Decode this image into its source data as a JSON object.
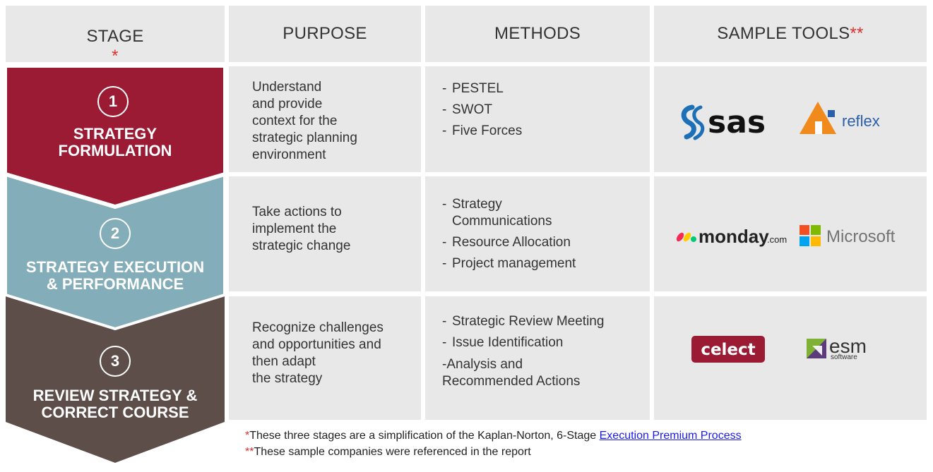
{
  "header": {
    "stage": "STAGE",
    "stage_mark": "*",
    "purpose": "PURPOSE",
    "methods": "METHODS",
    "tools": "SAMPLE TOOLS",
    "tools_mark": "**"
  },
  "colors": {
    "stage1": "#9b1b35",
    "stage2": "#82adb9",
    "stage3": "#5d4e49",
    "asterisk": "#e0302c",
    "link": "#1a1aee"
  },
  "stages": [
    {
      "number": "1",
      "title": "STRATEGY\nFORMULATION",
      "purpose": "Understand\nand provide\ncontext for the\nstrategic planning\nenvironment",
      "methods": [
        "PESTEL",
        "SWOT",
        "Five Forces"
      ],
      "tools": [
        "sas",
        "reflex"
      ]
    },
    {
      "number": "2",
      "title": "STRATEGY EXECUTION\n& PERFORMANCE",
      "purpose": "Take actions to\nimplement the\nstrategic change",
      "methods": [
        "Strategy\nCommunications",
        "Resource Allocation",
        "Project management"
      ],
      "tools": [
        "monday",
        ".com",
        "Microsoft"
      ]
    },
    {
      "number": "3",
      "title": "REVIEW STRATEGY  &\nCORRECT COURSE",
      "purpose": "Recognize challenges\nand opportunities  and\nthen adapt\n the strategy",
      "methods": [
        "Strategic Review Meeting",
        "Issue Identification"
      ],
      "methods_extra": "-Analysis and\nRecommended Actions",
      "tools": [
        "celect",
        "esm",
        "software"
      ]
    }
  ],
  "footnotes": {
    "note1_mark": "*",
    "note1_text": "These three stages are a simplification of the Kaplan-Norton, 6-Stage ",
    "note1_link": "Execution Premium Process",
    "note2_mark": "**",
    "note2_text": "These sample companies were referenced in the report"
  }
}
